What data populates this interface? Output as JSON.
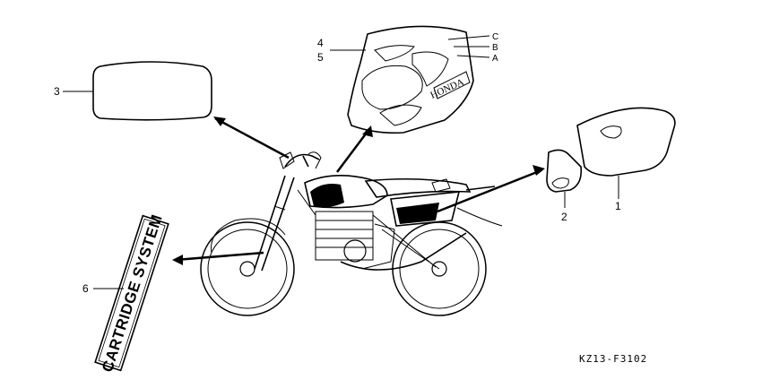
{
  "callouts": {
    "c1": "1",
    "c2": "2",
    "c3": "3",
    "c4": "4",
    "c5": "5",
    "c6": "6",
    "cA": "A",
    "cB": "B",
    "cC": "C"
  },
  "decal_text": {
    "cartridge": "CARTRIDGE SYSTEM",
    "honda": "HONDA"
  },
  "diagram_code": "KZ13-F3102"
}
